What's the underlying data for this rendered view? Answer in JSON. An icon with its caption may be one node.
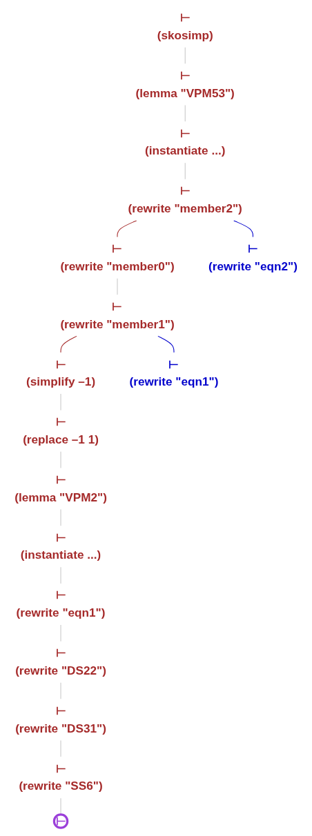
{
  "diagram": {
    "nodes": [
      {
        "text": [
          "⊢",
          "(skosimp)"
        ]
      },
      {
        "text": [
          "⊢",
          "(lemma \"VPM53\")"
        ]
      },
      {
        "text": [
          "⊢",
          "(instantiate ...)"
        ]
      },
      {
        "text": [
          "⊢",
          "(rewrite \"member2\")"
        ]
      },
      {
        "text": [
          "⊢",
          "(rewrite \"member0\")"
        ]
      },
      {
        "text": [
          "⊢",
          "(rewrite \"eqn2\")"
        ]
      },
      {
        "text": [
          "⊢",
          "(rewrite \"member1\")"
        ]
      },
      {
        "text": [
          "⊢",
          "(simplify –1)"
        ]
      },
      {
        "text": [
          "⊢",
          "(rewrite \"eqn1\")"
        ]
      },
      {
        "text": [
          "⊢",
          "(replace –1 1)"
        ]
      },
      {
        "text": [
          "⊢",
          "(lemma \"VPM2\")"
        ]
      },
      {
        "text": [
          "⊢",
          "(instantiate ...)"
        ]
      },
      {
        "text": [
          "⊢",
          "(rewrite \"eqn1\")"
        ]
      },
      {
        "text": [
          "⊢",
          "(rewrite \"DS22\")"
        ]
      },
      {
        "text": [
          "⊢",
          "(rewrite \"DS31\")"
        ]
      },
      {
        "text": [
          "⊢",
          "(rewrite \"SS6\")"
        ]
      },
      {
        "text": [
          "⊢"
        ]
      }
    ],
    "edges": [
      {
        "from": 0,
        "to": 1,
        "arrow": "none"
      },
      {
        "from": 1,
        "to": 2,
        "arrow": "none"
      },
      {
        "from": 2,
        "to": 3,
        "arrow": "none"
      },
      {
        "from": 3,
        "to": 4,
        "arrow": "none",
        "color": "#a52a2a"
      },
      {
        "from": 3,
        "to": 5,
        "arrow": "none",
        "color": "#0000cc"
      },
      {
        "from": 4,
        "to": 6,
        "arrow": "none"
      },
      {
        "from": 6,
        "to": 7,
        "arrow": "none",
        "color": "#a52a2a"
      },
      {
        "from": 6,
        "to": 8,
        "arrow": "none",
        "color": "#0000cc"
      },
      {
        "from": 7,
        "to": 9,
        "arrow": "none"
      },
      {
        "from": 9,
        "to": 10,
        "arrow": "none"
      },
      {
        "from": 10,
        "to": 11,
        "arrow": "none"
      },
      {
        "from": 11,
        "to": 12,
        "arrow": "none"
      },
      {
        "from": 12,
        "to": 13,
        "arrow": "none"
      },
      {
        "from": 13,
        "to": 14,
        "arrow": "none"
      },
      {
        "from": 14,
        "to": 15,
        "arrow": "none"
      },
      {
        "from": 15,
        "to": 16,
        "arrow": "none"
      }
    ]
  }
}
